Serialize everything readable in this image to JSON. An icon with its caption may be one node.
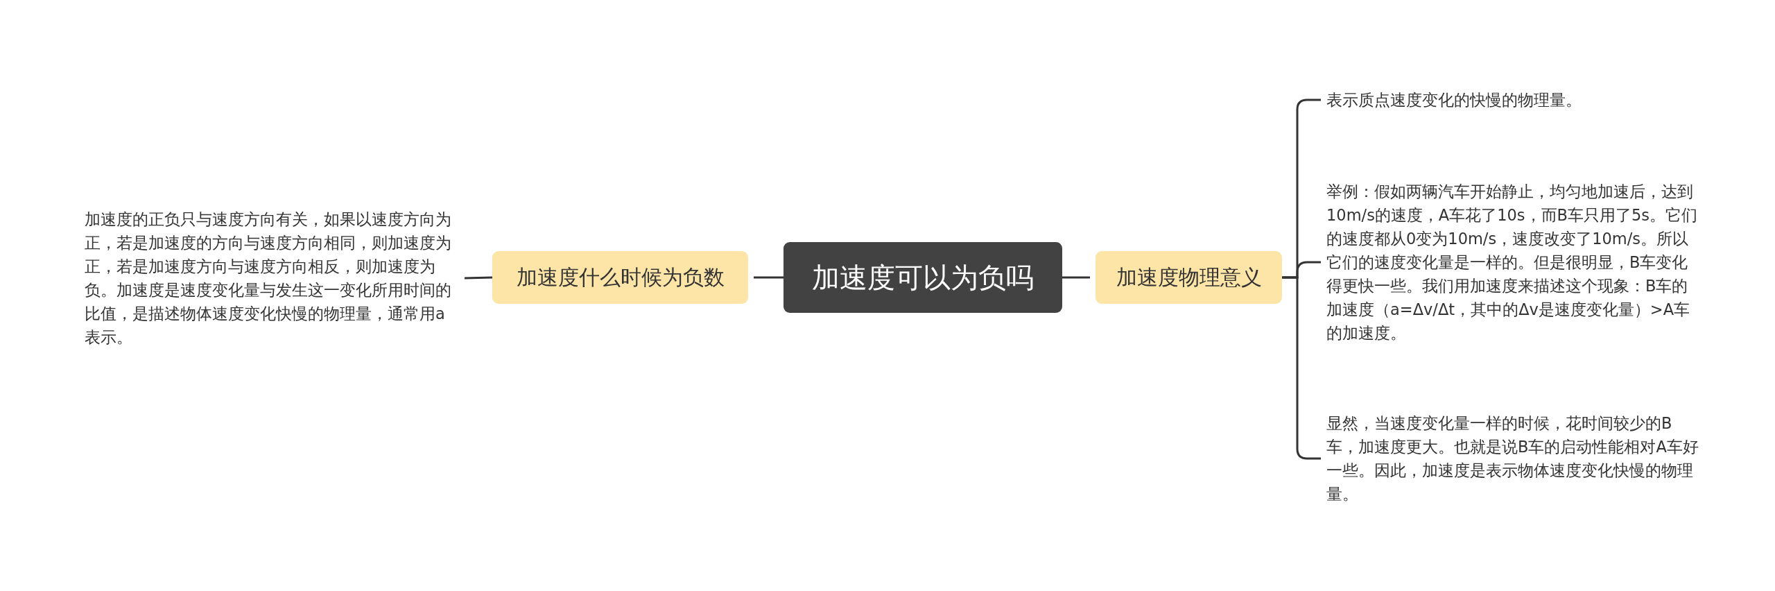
{
  "diagram": {
    "nodes": [
      {
        "text": [
          "加速度可以为负吗"
        ]
      },
      {
        "text": [
          "加速度什么时候为负数"
        ]
      },
      {
        "text": [
          "加速度的正负只与速度方向有关，如果以速度方向为正，若是加速度的方向与速度方向相同，则加速度为正，若是加速度方向与速度方向相反，则加速度为负。加速度是速度变化量与发生这一变化所用时间的比值，是描述物体速度变化快慢的物理量，通常用a表示。"
        ]
      },
      {
        "text": [
          "加速度物理意义"
        ]
      },
      {
        "text": [
          "表示质点速度变化的快慢的物理量。"
        ]
      },
      {
        "text": [
          "举例：假如两辆汽车开始静止，均匀地加速后，达到10m/s的速度，A车花了10s，而B车只用了5s。它们的速度都从0变为10m/s，速度改变了10m/s。所以它们的速度变化量是一样的。但是很明显，B车变化得更快一些。我们用加速度来描述这个现象：B车的加速度（a=Δv/Δt，其中的Δv是速度变化量）>A车的加速度。"
        ]
      },
      {
        "text": [
          "显然，当速度变化量一样的时候，花时间较少的B车，加速度更大。也就是说B车的启动性能相对A车好一些。因此，加速度是表示物体速度变化快慢的物理量。"
        ]
      }
    ],
    "edges": [
      {
        "from": 0,
        "to": 1,
        "arrow": "none"
      },
      {
        "from": 1,
        "to": 2,
        "arrow": "none"
      },
      {
        "from": 0,
        "to": 3,
        "arrow": "none"
      },
      {
        "from": 3,
        "to": 4,
        "arrow": "none"
      },
      {
        "from": 3,
        "to": 5,
        "arrow": "none"
      },
      {
        "from": 3,
        "to": 6,
        "arrow": "none"
      }
    ]
  }
}
